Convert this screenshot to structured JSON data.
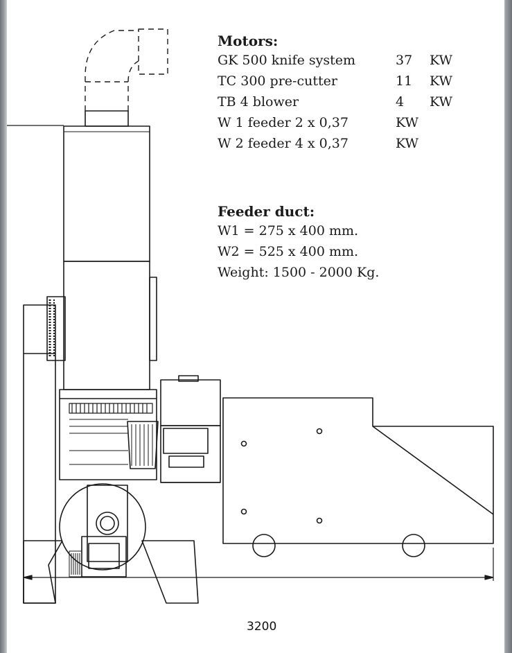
{
  "motors": {
    "heading": "Motors:",
    "rows": [
      {
        "name": "GK 500 knife system",
        "value": "37",
        "unit": "KW"
      },
      {
        "name": "TC 300 pre-cutter",
        "value": "11",
        "unit": "KW"
      },
      {
        "name": "TB 4 blower",
        "value": "4",
        "unit": "KW"
      },
      {
        "name": "W 1 feeder 2 x 0,37",
        "value": "",
        "unit": "KW"
      },
      {
        "name": "W 2 feeder 4 x 0,37",
        "value": "",
        "unit": "KW"
      }
    ]
  },
  "feeder_duct": {
    "heading": "Feeder duct:",
    "lines": [
      "W1 = 275 x 400 mm.",
      "W2 = 525 x 400 mm.",
      "Weight: 1500 - 2000 Kg."
    ]
  },
  "dimension": {
    "width_label": "3200"
  }
}
